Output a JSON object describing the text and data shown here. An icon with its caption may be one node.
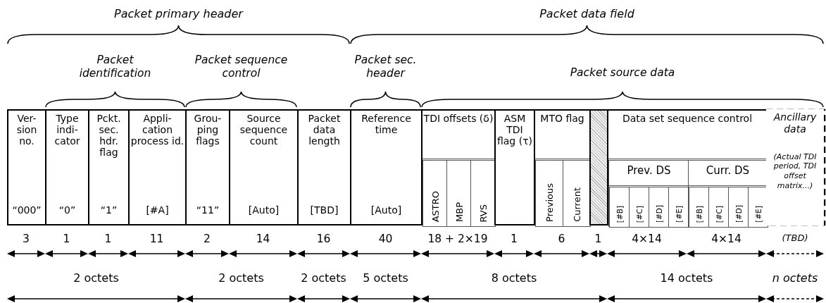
{
  "diagram": {
    "nodes": [
      {
        "text": [
          "Ver- sion no.",
          "“000”"
        ]
      },
      {
        "text": [
          "Type indi- cator",
          "“0”"
        ]
      },
      {
        "text": [
          "Pckt. sec. hdr. flag",
          "“1”"
        ]
      },
      {
        "text": [
          "Appli- cation process id.",
          "[#A]"
        ]
      },
      {
        "text": [
          "Grou- ping flags",
          "“11”"
        ]
      },
      {
        "text": [
          "Source sequence count",
          "[Auto]"
        ]
      },
      {
        "text": [
          "Packet data length",
          "[TBD]"
        ]
      },
      {
        "text": [
          "Reference time",
          "[Auto]"
        ]
      },
      {
        "text": [
          "TDI offsets (δ)"
        ]
      },
      {
        "text": [
          "ASTRO"
        ],
        "in": 8
      },
      {
        "text": [
          "MBP"
        ],
        "in": 8
      },
      {
        "text": [
          "RVS"
        ],
        "in": 8
      },
      {
        "text": [
          "ASM TDI flag (τ)"
        ]
      },
      {
        "text": [
          "MTO flag"
        ]
      },
      {
        "text": [
          "Previous"
        ],
        "in": 13
      },
      {
        "text": [
          "Current"
        ],
        "in": 13
      },
      {
        "text": [],
        "shape": "box"
      },
      {
        "text": [
          "Data set sequence control"
        ]
      },
      {
        "text": [
          "Prev. DS"
        ],
        "in": 17
      },
      {
        "text": [
          "[#B]"
        ],
        "in": 18
      },
      {
        "text": [
          "[#C]"
        ],
        "in": 18
      },
      {
        "text": [
          "[#D]"
        ],
        "in": 18
      },
      {
        "text": [
          "[#E]"
        ],
        "in": 18
      },
      {
        "text": [
          "Curr. DS"
        ],
        "in": 17
      },
      {
        "text": [
          "[#B]"
        ],
        "in": 23
      },
      {
        "text": [
          "[#C]"
        ],
        "in": 23
      },
      {
        "text": [
          "[#D]"
        ],
        "in": 23
      },
      {
        "text": [
          "[#E]"
        ],
        "in": 23
      },
      {
        "text": [
          "Ancillary data",
          "(Actual TDI period, TDI offset matrix...)"
        ]
      }
    ],
    "labels": [
      "Packet primary header",
      "Packet data field",
      "Packet identification",
      "Packet sequence control",
      "Packet sec. header",
      "Packet source data",
      "3",
      "1",
      "1",
      "11",
      "2",
      "14",
      "16",
      "40",
      "18 + 2×19",
      "1",
      "6",
      "1",
      "4×14",
      "4×14",
      "(TBD)",
      "2 octets",
      "2 octets",
      "2 octets",
      "5 octets",
      "8 octets",
      "14 octets",
      "n octets"
    ]
  }
}
